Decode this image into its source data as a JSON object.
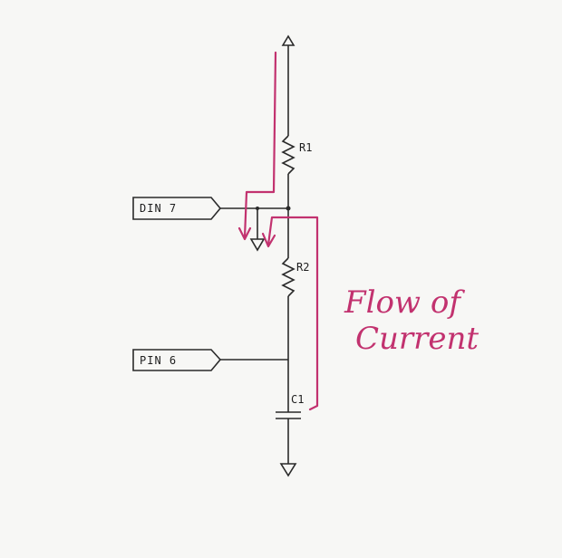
{
  "diagram": {
    "components": {
      "r1": "R1",
      "r2": "R2",
      "c1": "C1"
    },
    "pins": {
      "pin7": "DIN 7",
      "pin6": "PIN 6"
    },
    "annotation": {
      "line1": "Flow of",
      "line2": "Current"
    },
    "colors": {
      "ink": "#2a2a2a",
      "annotation": "#c2326f",
      "paper": "#f7f7f5"
    }
  }
}
